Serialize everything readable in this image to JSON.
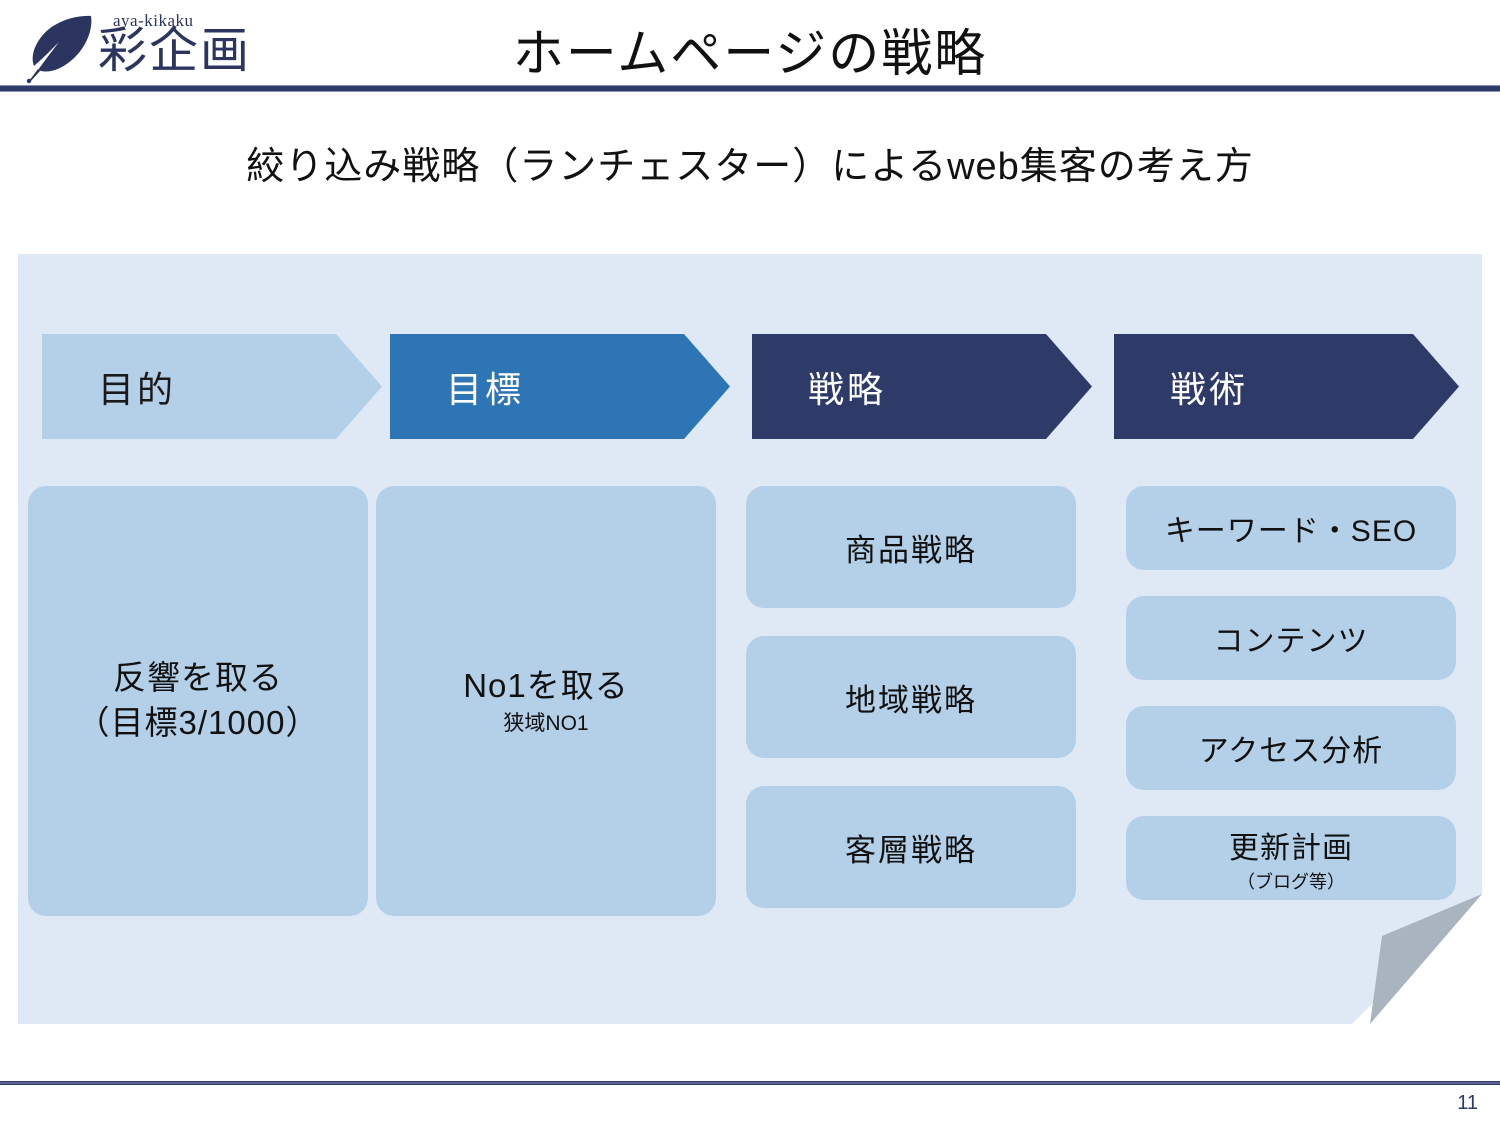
{
  "header": {
    "logo": {
      "icon": "quill-feather-icon",
      "latin_name": "aya-kikaku",
      "jp_name": "彩企画"
    },
    "title": "ホームページの戦略"
  },
  "subtitle": "絞り込み戦略（ランチェスター）によるweb集客の考え方",
  "diagram": {
    "stages": [
      {
        "label": "目的",
        "fill": "#b4cfe8",
        "text_color": "#1a1a1a"
      },
      {
        "label": "目標",
        "fill": "#2e75b6",
        "text_color": "#ffffff"
      },
      {
        "label": "戦略",
        "fill": "#2e3a68",
        "text_color": "#ffffff"
      },
      {
        "label": "戦術",
        "fill": "#2e3a68",
        "text_color": "#ffffff"
      }
    ],
    "columns": [
      {
        "stage": "目的",
        "items": [
          {
            "line1": "反響を取る",
            "line2": "（目標3/1000）"
          }
        ]
      },
      {
        "stage": "目標",
        "items": [
          {
            "line1": "No1を取る",
            "line2": "狭域NO1"
          }
        ]
      },
      {
        "stage": "戦略",
        "items": [
          {
            "line1": "商品戦略"
          },
          {
            "line1": "地域戦略"
          },
          {
            "line1": "客層戦略"
          }
        ]
      },
      {
        "stage": "戦術",
        "items": [
          {
            "line1": "キーワード・SEO"
          },
          {
            "line1": "コンテンツ"
          },
          {
            "line1": "アクセス分析"
          },
          {
            "line1": "更新計画",
            "line2": "（ブログ等）"
          }
        ]
      }
    ]
  },
  "footer": {
    "page_number": "11"
  },
  "colors": {
    "navy": "#2e3a68",
    "medium_blue": "#2e75b6",
    "light_blue": "#b4cfe8",
    "panel_bg": "#dfe9f5",
    "curl_gray": "#a9b4bf"
  }
}
